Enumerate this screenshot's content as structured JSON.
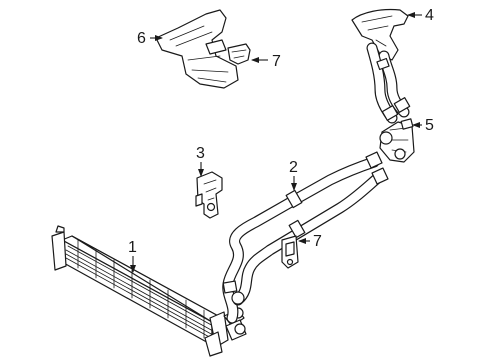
{
  "diagram": {
    "callouts": [
      {
        "id": "1",
        "label": "1"
      },
      {
        "id": "2",
        "label": "2"
      },
      {
        "id": "3",
        "label": "3"
      },
      {
        "id": "4",
        "label": "4"
      },
      {
        "id": "5",
        "label": "5"
      },
      {
        "id": "6",
        "label": "6"
      },
      {
        "id": "7a",
        "label": "7"
      },
      {
        "id": "7b",
        "label": "7"
      }
    ]
  }
}
